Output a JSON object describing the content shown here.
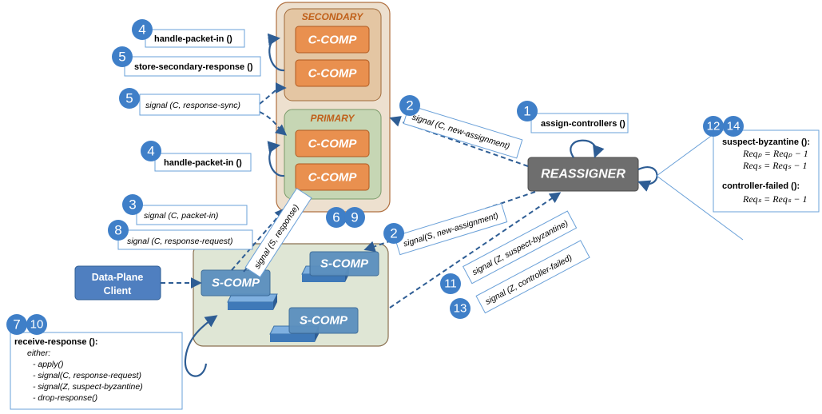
{
  "colors": {
    "badge": "#3f7fc8",
    "secondary_fill": "#e6c9a8",
    "secondary_text": "#c0601a",
    "primary_fill": "#c8d8b8",
    "primary_text": "#c0601a",
    "ccomp_fill": "#e9904f",
    "scomp_fill": "#5b8fbe",
    "reassigner_fill": "#707070",
    "client_fill": "#4f7fc0",
    "arrow": "#2e5d94"
  },
  "groups": {
    "secondary": "SECONDARY",
    "primary": "PRIMARY"
  },
  "components": {
    "c_comp": "C-COMP",
    "s_comp": "S-COMP",
    "reassigner": "REASSIGNER",
    "client_line1": "Data-Plane",
    "client_line2": "Client"
  },
  "steps": {
    "s1": {
      "num": "1",
      "label": "assign-controllers ()"
    },
    "s2a": {
      "num": "2",
      "label": "signal (C, new-assignment)"
    },
    "s2b": {
      "num": "2",
      "label": "signal(S, new-assignment)"
    },
    "s3": {
      "num": "3",
      "label": "signal (C, packet-in)"
    },
    "s4a": {
      "num": "4",
      "label": "handle-packet-in ()"
    },
    "s4b": {
      "num": "4",
      "label": "handle-packet-in ()"
    },
    "s5a": {
      "num": "5",
      "label": "store-secondary-response ()"
    },
    "s5b": {
      "num": "5",
      "label": "signal (C, response-sync)"
    },
    "s6": {
      "num": "6"
    },
    "s9": {
      "num": "9"
    },
    "s69_label": "signal (S, response)",
    "s7": {
      "num": "7"
    },
    "s10": {
      "num": "10"
    },
    "s8": {
      "num": "8",
      "label": "signal (C, response-request)"
    },
    "s11": {
      "num": "11",
      "label": "signal (Z, suspect-byzantine)"
    },
    "s13": {
      "num": "13",
      "label": "signal (Z, controller-failed)"
    },
    "s12": {
      "num": "12"
    },
    "s14": {
      "num": "14"
    }
  },
  "receive_box": {
    "title": "receive-response ():",
    "either": "either:",
    "items": [
      "- apply()",
      "- signal(C, response-request)",
      "- signal(Z, suspect-byzantine)",
      "- drop-response()"
    ]
  },
  "reassigner_box": {
    "title1": "suspect-byzantine ():",
    "eq1": "Reqₚ = Reqₚ − 1",
    "eq2": "Reqₛ = Reqₛ − 1",
    "title2": "controller-failed ():",
    "eq3": "Reqₛ = Reqₛ − 1"
  }
}
